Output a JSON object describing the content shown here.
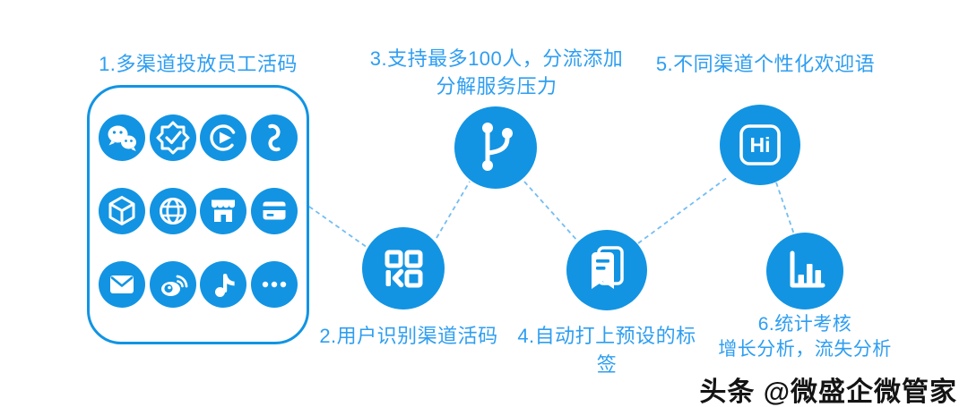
{
  "colors": {
    "primary_blue": "#1294e3",
    "label_text_blue": "#2e9ef1",
    "dashed_line_blue": "#74bdf3",
    "watermark_text": "#141414",
    "background": "#ffffff"
  },
  "steps": [
    {
      "num": "1",
      "label": "1.多渠道投放员工活码",
      "icon": "channel-grid-box"
    },
    {
      "num": "2",
      "label": "2.用户识别渠道活码",
      "icon": "qr-code"
    },
    {
      "num": "3",
      "label_line1": "3.支持最多100人，分流添加",
      "label_line2": "分解服务压力",
      "icon": "branch-split"
    },
    {
      "num": "4",
      "label": "4.自动打上预设的标签",
      "icon": "bookmark-tag"
    },
    {
      "num": "5",
      "label": "5.不同渠道个性化欢迎语",
      "icon": "hi-greeting"
    },
    {
      "num": "6",
      "label_line1": "6.统计考核",
      "label_line2": "增长分析，流失分析",
      "icon": "bar-chart"
    }
  ],
  "channel_grid": {
    "icons": [
      "wechat",
      "official-account-badge",
      "video-channels",
      "mini-program",
      "cube",
      "website-globe",
      "shop-store",
      "bank-card",
      "mail",
      "weibo",
      "douyin-music-note",
      "more-ellipsis"
    ]
  },
  "hi_text": "Hi",
  "watermark": {
    "text": "头条 @微盛企微管家"
  }
}
